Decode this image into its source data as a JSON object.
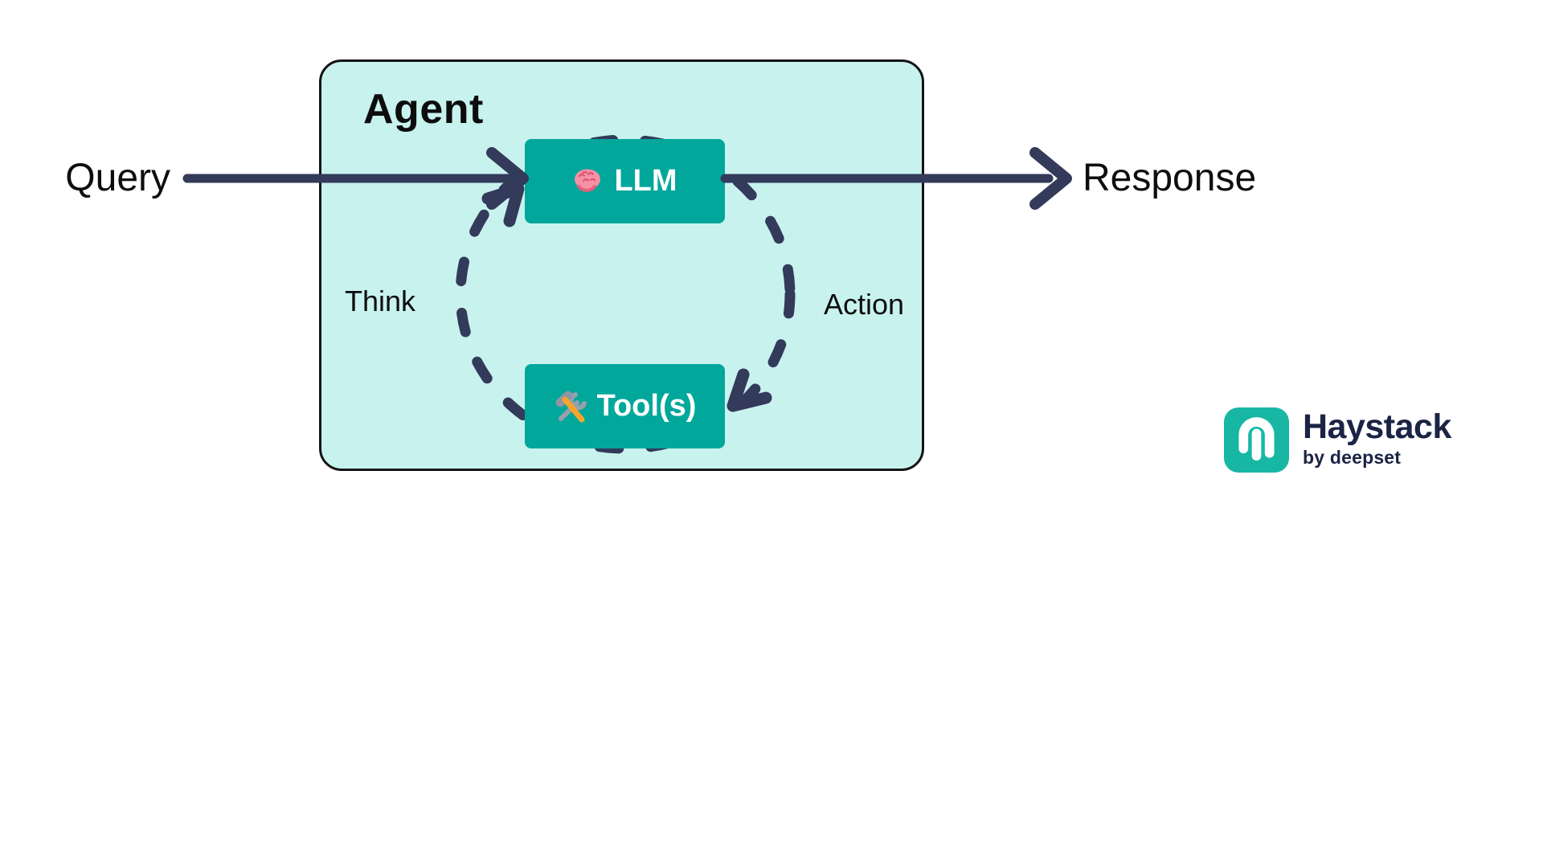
{
  "diagram": {
    "agent_label": "Agent",
    "query_label": "Query",
    "response_label": "Response",
    "think_label": "Think",
    "action_label": "Action",
    "llm_label": "LLM",
    "tools_label": "Tool(s)"
  },
  "branding": {
    "name": "Haystack",
    "byline": "by deepset"
  },
  "icons": {
    "llm_node": "brain-icon",
    "tools_node": "hammer-wrench-icon",
    "logo": "haystack-a-icon"
  },
  "colors": {
    "agent_background": "#C8F2EE",
    "node_teal": "#02A79B",
    "arrow_navy": "#333A5A",
    "text_black": "#0E0E0E",
    "logo_teal": "#17B7A4",
    "brand_navy": "#1B2444",
    "brain_pink": "#F590A5",
    "hammer_orange": "#F6A72B"
  }
}
